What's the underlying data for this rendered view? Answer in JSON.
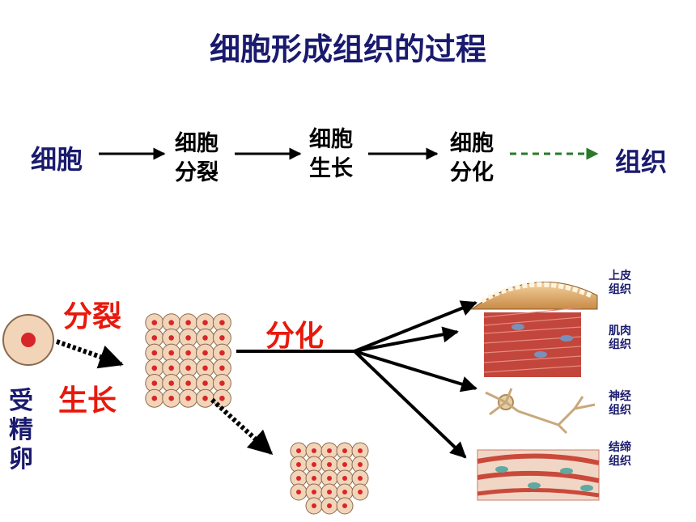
{
  "title": "细胞形成组织的过程",
  "flow": {
    "start": "细胞",
    "steps": [
      {
        "line1": "细胞",
        "line2": "分裂"
      },
      {
        "line1": "细胞",
        "line2": "生长"
      },
      {
        "line1": "细胞",
        "line2": "分化"
      }
    ],
    "end": "组织"
  },
  "labels": {
    "division": "分裂",
    "growth": "生长",
    "differentiation": "分化",
    "egg": [
      "受",
      "精",
      "卵"
    ]
  },
  "tissues": [
    {
      "line1": "上皮",
      "line2": "组织"
    },
    {
      "line1": "肌肉",
      "line2": "组织"
    },
    {
      "line1": "神经",
      "line2": "组织"
    },
    {
      "line1": "结缔",
      "line2": "组织"
    }
  ],
  "colors": {
    "title": "#1a1a6e",
    "label_red": "#e8190c",
    "cell_fill": "#f2d5b8",
    "nucleus": "#d7262a",
    "dashed_arrow": "#2a7a2a"
  }
}
